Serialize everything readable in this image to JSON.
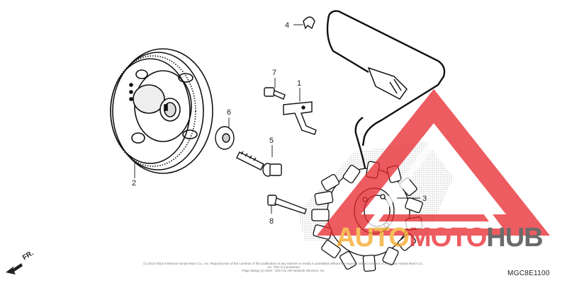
{
  "diagram": {
    "callouts": [
      {
        "number": "1",
        "part": "bracket"
      },
      {
        "number": "2",
        "part": "flywheel"
      },
      {
        "number": "3",
        "part": "stator"
      },
      {
        "number": "4",
        "part": "cord-clip"
      },
      {
        "number": "5",
        "part": "flange-bolt"
      },
      {
        "number": "6",
        "part": "washer"
      },
      {
        "number": "7",
        "part": "small-bolt"
      },
      {
        "number": "8",
        "part": "stator-bolt"
      }
    ],
    "direction_label": "FR.",
    "diagram_code": "MGC8E1100",
    "copyright_lines": [
      "(c) 2012-2013 American Honda Motor Co., Inc. Reproduction of the contents of this publication in any manner or media is prohibited without the express written consent of American Honda Motor Co., Inc. This is a protected",
      "Page design (c) 2004 - 2017 by ARI Network Services, Inc."
    ]
  },
  "watermark": {
    "text_auto": "AUTO",
    "text_moto": "MOTO",
    "text_hub": "HUB",
    "colors": {
      "red": "#e8262c",
      "orange": "#f5a623",
      "dark": "#3a3a3a"
    }
  }
}
